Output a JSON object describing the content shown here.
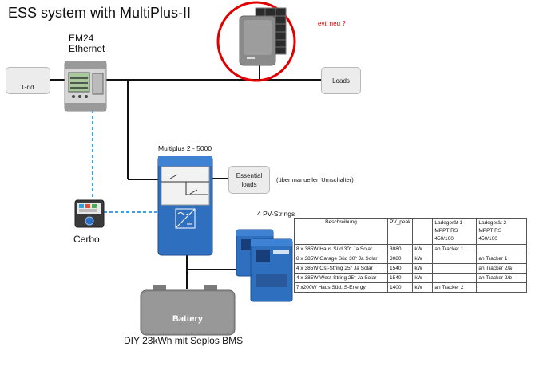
{
  "title": "ESS system with MultiPlus-II",
  "em24": {
    "label1": "EM24",
    "label2": "Ethernet"
  },
  "grid": {
    "label": "Grid"
  },
  "loads": {
    "label": "Loads"
  },
  "evtl_neu": "evtl neu ?",
  "multiplus": {
    "label": "Multiplus 2 - 5000"
  },
  "essential": {
    "line1": "Essential",
    "line2": "loads"
  },
  "umschalter": "(über manuellen Umschalter)",
  "cerbo": {
    "label": "Cerbo"
  },
  "pv_strings": "4 PV-Strings",
  "battery": {
    "label": "Battery",
    "caption": "DIY 23kWh mit Seplos BMS"
  },
  "colors": {
    "victron_blue": "#2f6fc0",
    "dashed_link": "#3ea0e0",
    "highlight_circle": "#e00000"
  },
  "table": {
    "headers": {
      "beschreibung": "Beschreibung",
      "pv_peak": "PV_peak",
      "unit": "",
      "lg1": [
        "Ladegerät 1",
        "MPPT  RS",
        "450/100"
      ],
      "lg2": [
        "Ladegerät 2",
        "MPPT  RS",
        "450/100"
      ]
    },
    "rows": [
      {
        "desc": "8 x 385W Haus Süd 30° Ja Solar",
        "peak": "3080",
        "unit": "kW",
        "lg1": "an Tracker 1",
        "lg2": ""
      },
      {
        "desc": "8 x 385W Garage Süd 30° Ja Solar",
        "peak": "3080",
        "unit": "kW",
        "lg1": "",
        "lg2": "an Tracker 1"
      },
      {
        "desc": "4 x 385W Ost-String 25° Ja Solar",
        "peak": "1540",
        "unit": "kW",
        "lg1": "",
        "lg2": "an Tracker 2/a"
      },
      {
        "desc": "4 x 385W West-String 25° Ja Solar",
        "peak": "1540",
        "unit": "kW",
        "lg1": "",
        "lg2": "an Tracker 2/b"
      },
      {
        "desc": "7 x200W Haus Süd, S-Energy",
        "peak": "1400",
        "unit": "kW",
        "lg1": "an Tracker 2",
        "lg2": ""
      }
    ]
  }
}
